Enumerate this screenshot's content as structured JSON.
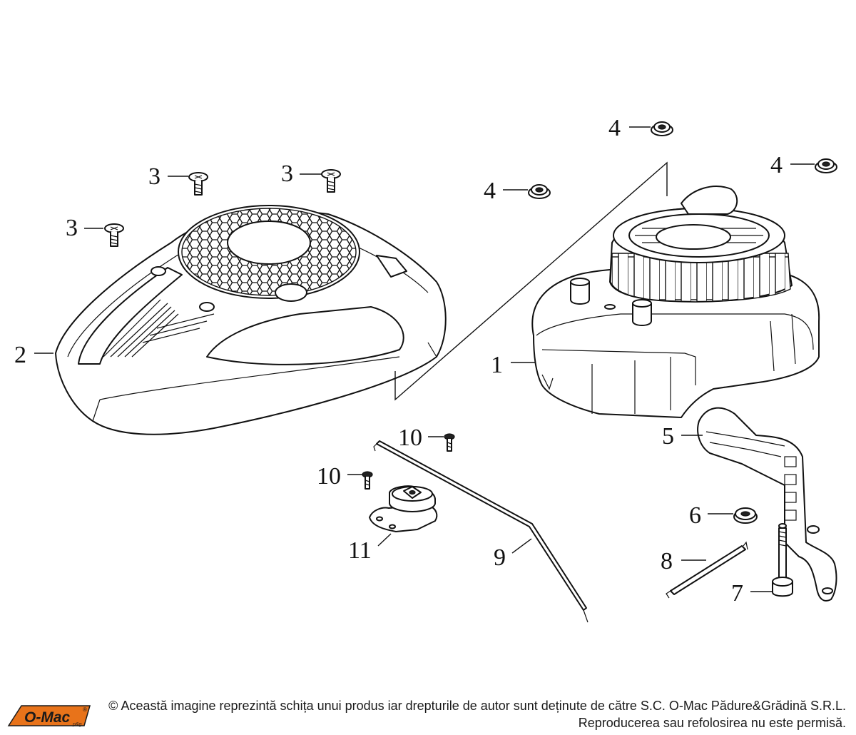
{
  "callouts": {
    "p1": "1",
    "p2": "2",
    "p3a": "3",
    "p3b": "3",
    "p3c": "3",
    "p4a": "4",
    "p4b": "4",
    "p4c": "4",
    "p5": "5",
    "p6": "6",
    "p7": "7",
    "p8": "8",
    "p9": "9",
    "p10a": "10",
    "p10b": "10",
    "p11": "11"
  },
  "footer": {
    "logo_text": "O-Mac",
    "logo_mark": "®",
    "logo_sub": "p&g",
    "copyright_line1": "© Această imagine reprezintă schița unui produs iar drepturile de autor sunt deținute de către S.C. O-Mac Pădure&Grădină S.R.L.",
    "copyright_line2": "Reproducerea sau refolosirea nu este permisă."
  },
  "colors": {
    "line": "#111111",
    "logo_orange": "#e8731a",
    "logo_dark": "#1a1a1a"
  }
}
